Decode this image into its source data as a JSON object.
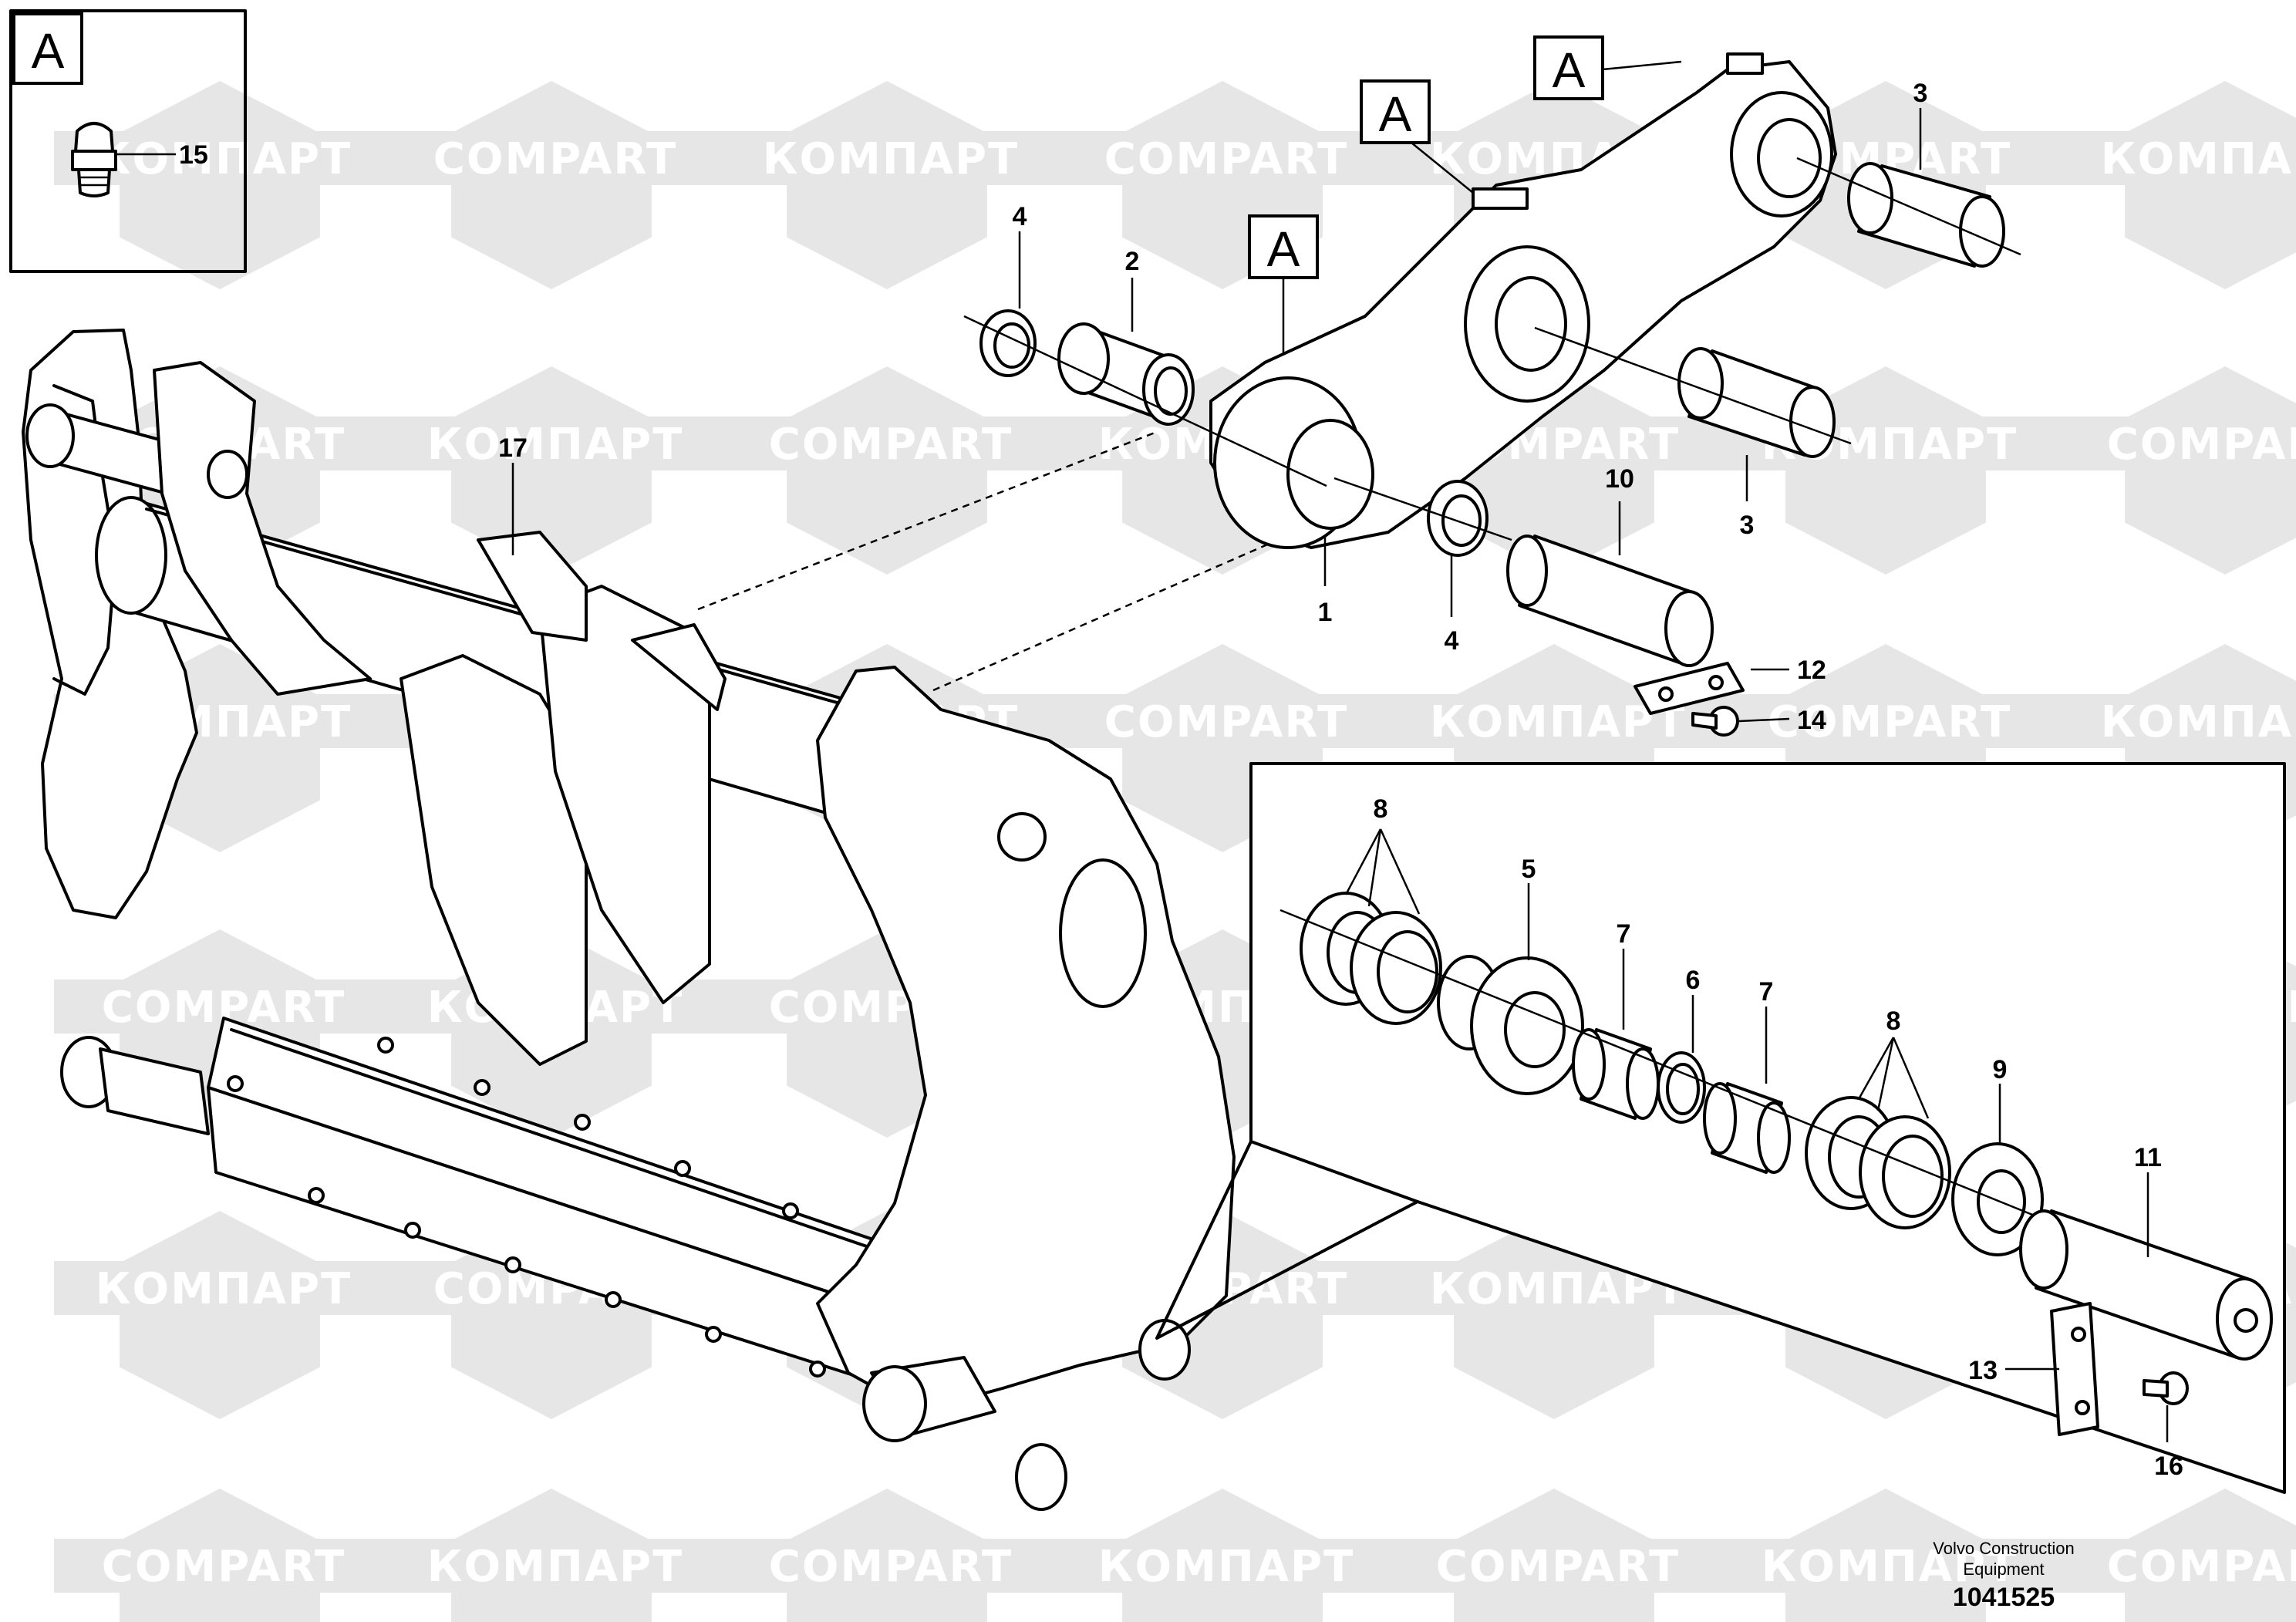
{
  "watermarks": [
    "КОМПАРТ",
    "COMPART"
  ],
  "reference_label": "A",
  "part_numbers": [
    "1",
    "2",
    "3",
    "3",
    "4",
    "4",
    "5",
    "6",
    "7",
    "7",
    "8",
    "8",
    "9",
    "10",
    "11",
    "12",
    "13",
    "14",
    "15",
    "16",
    "17"
  ],
  "footer": {
    "manufacturer_line1": "Volvo Construction",
    "manufacturer_line2": "Equipment",
    "drawing_number": "1041525"
  },
  "colors": {
    "line": "#000000",
    "watermark": "#e6e6e6",
    "background": "#ffffff"
  }
}
